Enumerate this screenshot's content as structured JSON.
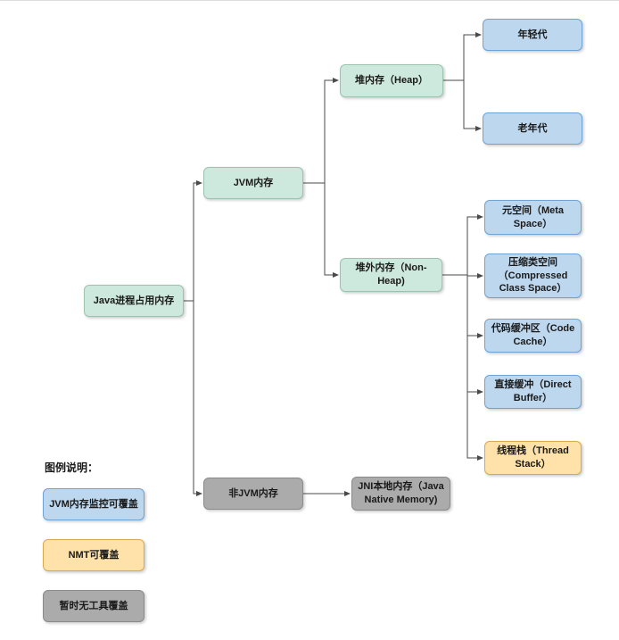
{
  "colors": {
    "green_fill": "#CDE8DC",
    "green_border": "#9CC3B0",
    "blue_fill": "#BDD7EE",
    "blue_border": "#6FA3D4",
    "orange_fill": "#FFE2A9",
    "orange_border": "#D9A94F",
    "gray_fill": "#ABABAB",
    "gray_border": "#8A8A8A",
    "line": "#4a4a4a",
    "text": "#1a1a1a"
  },
  "nodes": {
    "root": {
      "label": "Java进程占用内存"
    },
    "jvm": {
      "label": "JVM内存"
    },
    "heap": {
      "label": "堆内存（Heap）"
    },
    "young_gen": {
      "label": "年轻代"
    },
    "old_gen": {
      "label": "老年代"
    },
    "non_heap": {
      "label": "堆外内存（Non-Heap)"
    },
    "meta_space": {
      "label": "元空间（Meta Space）"
    },
    "compressed_class_space": {
      "label": "压缩类空间（Compressed Class Space）"
    },
    "code_cache": {
      "label": "代码缓冲区（Code Cache）"
    },
    "direct_buffer": {
      "label": "直接缓冲（Direct Buffer）"
    },
    "thread_stack": {
      "label": "线程栈（Thread Stack）"
    },
    "non_jvm": {
      "label": "非JVM内存"
    },
    "jni_native_memory": {
      "label": "JNI本地内存（Java Native Memory)"
    }
  },
  "legend": {
    "title": "图例说明：",
    "items": [
      {
        "label": "JVM内存监控可覆盖"
      },
      {
        "label": "NMT可覆盖"
      },
      {
        "label": "暂时无工具覆盖"
      }
    ]
  }
}
